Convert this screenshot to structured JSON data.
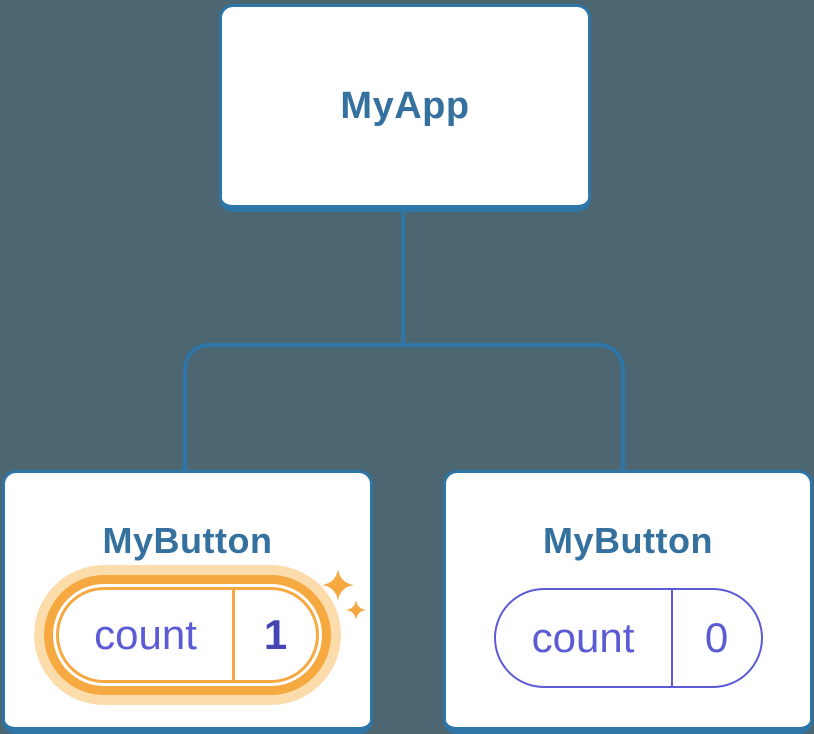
{
  "tree": {
    "root": {
      "title": "MyApp"
    },
    "children": [
      {
        "title": "MyButton",
        "state": {
          "label": "count",
          "value": "1"
        },
        "highlighted": true
      },
      {
        "title": "MyButton",
        "state": {
          "label": "count",
          "value": "0"
        },
        "highlighted": false
      }
    ]
  },
  "colors": {
    "background": "#4c6772",
    "connector_blue": "#2e75a8",
    "card_background": "#ffffff",
    "card_title_blue": "#35719f",
    "state_purple": "#5b5bd6",
    "state_value_indigo": "#4546b4",
    "highlight_orange": "#f6a841",
    "highlight_halo": "#fcdcab"
  }
}
